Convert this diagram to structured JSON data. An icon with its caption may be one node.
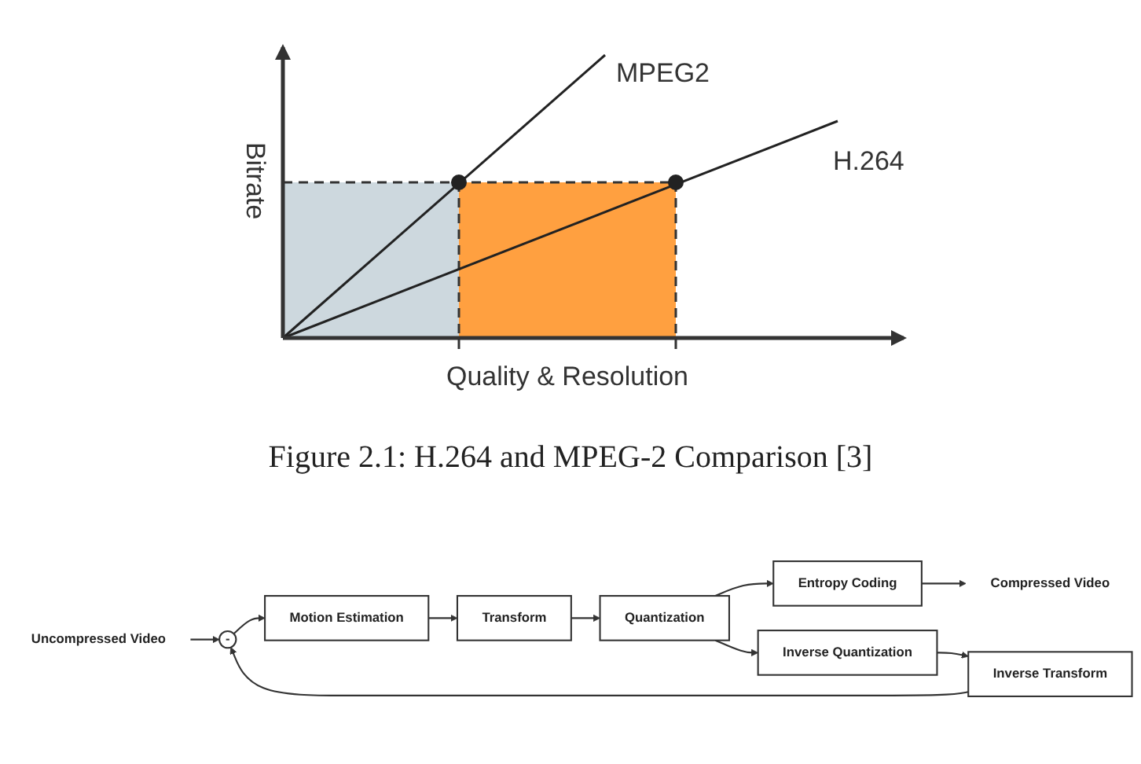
{
  "diagram": {
    "caption": "Figure 2.1: H.264 and MPEG-2 Comparison [3]",
    "nodes": [
      {
        "text": [
          "Uncompressed Video"
        ]
      },
      {
        "text": [
          "-"
        ]
      },
      {
        "text": [
          "Motion Estimation"
        ]
      },
      {
        "text": [
          "Transform"
        ]
      },
      {
        "text": [
          "Quantization"
        ]
      },
      {
        "text": [
          "Entropy Coding"
        ]
      },
      {
        "text": [
          "Compressed Video"
        ]
      },
      {
        "text": [
          "Inverse Quantization"
        ]
      },
      {
        "text": [
          "Inverse Transform"
        ]
      }
    ],
    "edges": [
      {
        "from": 0,
        "to": 1,
        "arrow": "to"
      },
      {
        "from": 1,
        "to": 2,
        "arrow": "to"
      },
      {
        "from": 2,
        "to": 3,
        "arrow": "to"
      },
      {
        "from": 3,
        "to": 4,
        "arrow": "to"
      },
      {
        "from": 4,
        "to": 5,
        "arrow": "to"
      },
      {
        "from": 5,
        "to": 6,
        "arrow": "to"
      },
      {
        "from": 4,
        "to": 7,
        "arrow": "to"
      },
      {
        "from": 7,
        "to": 8,
        "arrow": "to"
      },
      {
        "from": 8,
        "to": 1,
        "arrow": "to"
      }
    ],
    "labels": [
      "MPEG2",
      "H.264",
      "Bitrate",
      "Quality & Resolution"
    ]
  }
}
